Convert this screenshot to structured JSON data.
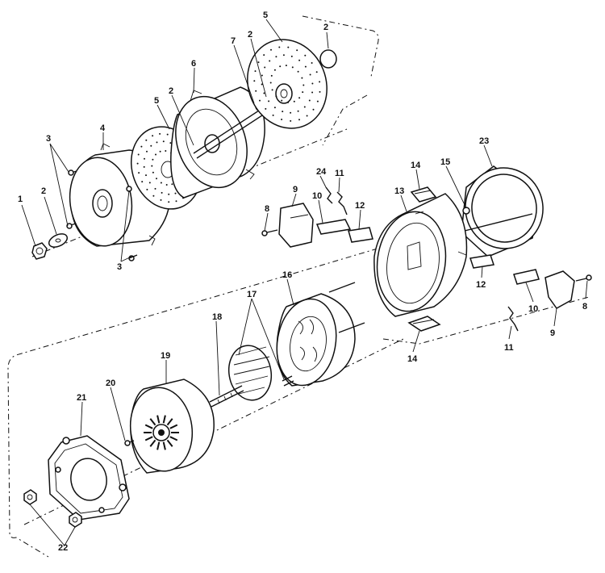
{
  "diagram": {
    "callouts": [
      {
        "id": "c-1",
        "text": "1"
      },
      {
        "id": "c-2a",
        "text": "2"
      },
      {
        "id": "c-2b",
        "text": "2"
      },
      {
        "id": "c-2c",
        "text": "2"
      },
      {
        "id": "c-2d",
        "text": "2"
      },
      {
        "id": "c-3a",
        "text": "3"
      },
      {
        "id": "c-3b",
        "text": "3"
      },
      {
        "id": "c-4",
        "text": "4"
      },
      {
        "id": "c-5a",
        "text": "5"
      },
      {
        "id": "c-5b",
        "text": "5"
      },
      {
        "id": "c-6",
        "text": "6"
      },
      {
        "id": "c-7",
        "text": "7"
      },
      {
        "id": "c-8a",
        "text": "8"
      },
      {
        "id": "c-8b",
        "text": "8"
      },
      {
        "id": "c-9a",
        "text": "9"
      },
      {
        "id": "c-9b",
        "text": "9"
      },
      {
        "id": "c-10a",
        "text": "10"
      },
      {
        "id": "c-10b",
        "text": "10"
      },
      {
        "id": "c-11a",
        "text": "11"
      },
      {
        "id": "c-11b",
        "text": "11"
      },
      {
        "id": "c-12a",
        "text": "12"
      },
      {
        "id": "c-12b",
        "text": "12"
      },
      {
        "id": "c-13",
        "text": "13"
      },
      {
        "id": "c-14a",
        "text": "14"
      },
      {
        "id": "c-14b",
        "text": "14"
      },
      {
        "id": "c-15",
        "text": "15"
      },
      {
        "id": "c-16",
        "text": "16"
      },
      {
        "id": "c-17",
        "text": "17"
      },
      {
        "id": "c-18",
        "text": "18"
      },
      {
        "id": "c-19",
        "text": "19"
      },
      {
        "id": "c-20",
        "text": "20"
      },
      {
        "id": "c-21",
        "text": "21"
      },
      {
        "id": "c-22",
        "text": "22"
      },
      {
        "id": "c-23",
        "text": "23"
      },
      {
        "id": "c-24",
        "text": "24"
      }
    ]
  }
}
